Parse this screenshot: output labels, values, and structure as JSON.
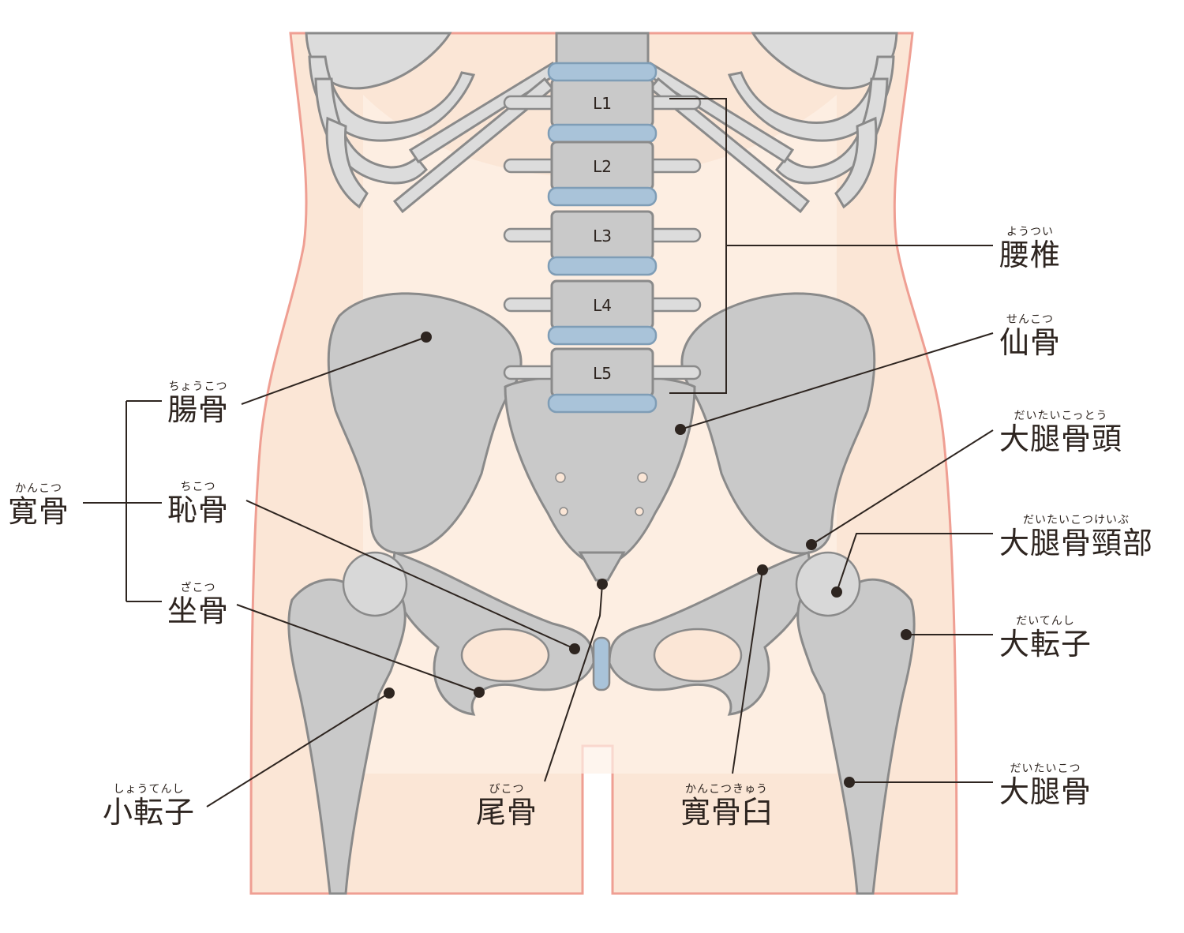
{
  "colors": {
    "skin": "#fbe6d6",
    "skin_outline": "#ef9f93",
    "bone": "#c9c9c9",
    "bone_light": "#dcdcdc",
    "bone_outline": "#8a8a8a",
    "disc": "#a9c3d9",
    "line": "#2e2520"
  },
  "vertebrae": [
    "L1",
    "L2",
    "L3",
    "L4",
    "L5"
  ],
  "labels": {
    "lumbar": {
      "ruby": "ようつい",
      "text": "腰椎"
    },
    "sacrum": {
      "ruby": "せんこつ",
      "text": "仙骨"
    },
    "femoral_head": {
      "ruby": "だいたいこっとう",
      "text": "大腿骨頭"
    },
    "femoral_neck": {
      "ruby": "だいたいこつけいぶ",
      "text": "大腿骨頸部"
    },
    "greater_trochanter": {
      "ruby": "だいてんし",
      "text": "大転子"
    },
    "femur": {
      "ruby": "だいたいこつ",
      "text": "大腿骨"
    },
    "hip_bone": {
      "ruby": "かんこつ",
      "text": "寛骨"
    },
    "ilium": {
      "ruby": "ちょうこつ",
      "text": "腸骨"
    },
    "pubis": {
      "ruby": "ちこつ",
      "text": "恥骨"
    },
    "ischium": {
      "ruby": "ざこつ",
      "text": "坐骨"
    },
    "lesser_trochanter": {
      "ruby": "しょうてんし",
      "text": "小転子"
    },
    "coccyx": {
      "ruby": "びこつ",
      "text": "尾骨"
    },
    "acetabulum": {
      "ruby": "かんこつきゅう",
      "text": "寛骨臼"
    }
  }
}
